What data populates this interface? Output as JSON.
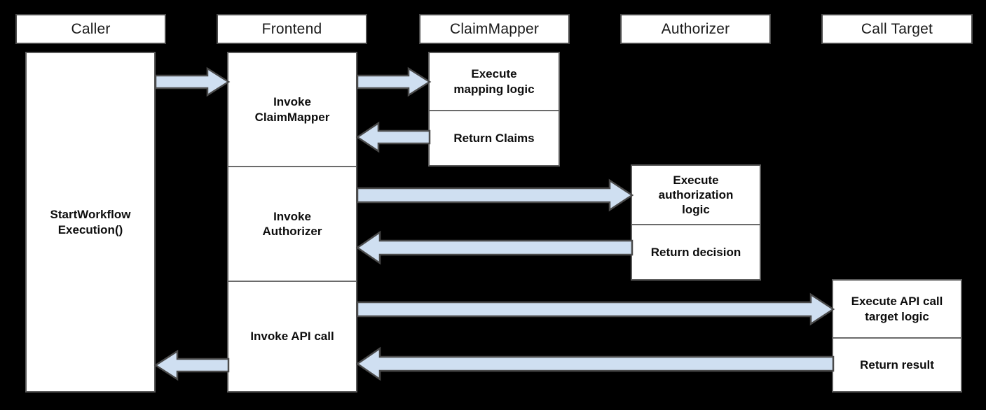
{
  "diagram": {
    "type": "sequence-diagram",
    "title": "",
    "background_color": "#000000",
    "arrow_fill_color": "#cfdff1",
    "arrow_stroke_color": "#4a4a4a",
    "box_fill_color": "#ffffff",
    "box_stroke_color": "#4a4a4a"
  },
  "lifelines": [
    {
      "id": "caller",
      "label": "Caller"
    },
    {
      "id": "frontend",
      "label": "Frontend"
    },
    {
      "id": "claimmapper",
      "label": "ClaimMapper"
    },
    {
      "id": "authorizer",
      "label": "Authorizer"
    },
    {
      "id": "calltarget",
      "label": "Call Target"
    }
  ],
  "activations": {
    "caller": [
      {
        "id": "caller-start",
        "label": "StartWorkflow\nExecution()"
      }
    ],
    "frontend": [
      {
        "id": "frontend-invoke-claimmapper",
        "label": "Invoke\nClaimMapper"
      },
      {
        "id": "frontend-invoke-authorizer",
        "label": "Invoke\nAuthorizer"
      },
      {
        "id": "frontend-invoke-api-call",
        "label": "Invoke API call"
      }
    ],
    "claimmapper": [
      {
        "id": "claimmapper-execute",
        "label": "Execute\nmapping logic"
      },
      {
        "id": "claimmapper-return",
        "label": "Return Claims"
      }
    ],
    "authorizer": [
      {
        "id": "authorizer-execute",
        "label": "Execute\nauthorization\nlogic"
      },
      {
        "id": "authorizer-return",
        "label": "Return decision"
      }
    ],
    "calltarget": [
      {
        "id": "calltarget-execute",
        "label": "Execute API call\ntarget logic"
      },
      {
        "id": "calltarget-return",
        "label": "Return result"
      }
    ]
  },
  "messages": [
    {
      "id": "msg-caller-to-frontend",
      "from": "caller",
      "to": "frontend",
      "direction": "right",
      "label": ""
    },
    {
      "id": "msg-frontend-to-claimmapper",
      "from": "frontend",
      "to": "claimmapper",
      "direction": "right",
      "label": ""
    },
    {
      "id": "msg-claimmapper-to-frontend",
      "from": "claimmapper",
      "to": "frontend",
      "direction": "left",
      "label": ""
    },
    {
      "id": "msg-frontend-to-authorizer",
      "from": "frontend",
      "to": "authorizer",
      "direction": "right",
      "label": ""
    },
    {
      "id": "msg-authorizer-to-frontend",
      "from": "authorizer",
      "to": "frontend",
      "direction": "left",
      "label": ""
    },
    {
      "id": "msg-frontend-to-calltarget",
      "from": "frontend",
      "to": "calltarget",
      "direction": "right",
      "label": ""
    },
    {
      "id": "msg-calltarget-to-frontend",
      "from": "calltarget",
      "to": "frontend",
      "direction": "left",
      "label": ""
    },
    {
      "id": "msg-frontend-to-caller",
      "from": "frontend",
      "to": "caller",
      "direction": "left",
      "label": ""
    }
  ]
}
